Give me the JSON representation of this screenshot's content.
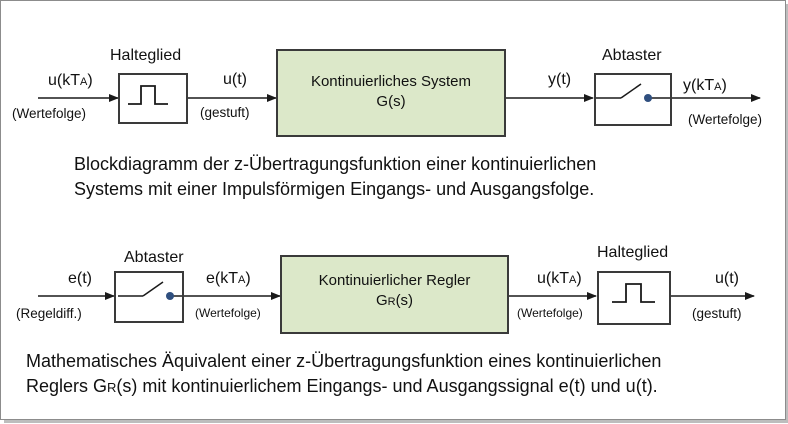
{
  "diagram1": {
    "input_label": "u(kT",
    "input_sub": "A",
    "input_label_close": ")",
    "input_note": "(Wertefolge)",
    "hold_title": "Halteglied",
    "mid_label": "u(t)",
    "mid_note": "(gestuft)",
    "system_line1": "Kontinuierliches System",
    "system_line2": "G(s)",
    "out_label": "y(t)",
    "sampler_title": "Abtaster",
    "output_label": "y(kT",
    "output_sub": "A",
    "output_label_close": ")",
    "output_note": "(Wertefolge)",
    "caption_line1": "Blockdiagramm der z-Übertragungsfunktion einer kontinuierlichen",
    "caption_line2": "Systems mit einer Impulsförmigen Eingangs- und Ausgangsfolge."
  },
  "diagram2": {
    "input_label": "e(t)",
    "input_note": "(Regeldiff.)",
    "sampler_title": "Abtaster",
    "mid_label": "e(kT",
    "mid_sub": "A",
    "mid_label_close": ")",
    "mid_note": "(Wertefolge)",
    "regler_line1": "Kontinuierlicher Regler",
    "regler_line2_main": "G",
    "regler_line2_sub": "R",
    "regler_line2_tail": "(s)",
    "out_label": "u(kT",
    "out_sub": "A",
    "out_label_close": ")",
    "out_note": "(Wertefolge)",
    "hold_title": "Halteglied",
    "output_label": "u(t)",
    "output_note": "(gestuft)",
    "caption_line1": "Mathematisches Äquivalent einer z-Übertragungsfunktion eines kontinuierlichen",
    "caption_line2_a": "Reglers G",
    "caption_line2_sub": "R",
    "caption_line2_b": "(s) mit kontinuierlichem Eingangs- und Ausgangssignal e(t) und u(t)."
  },
  "colors": {
    "system_fill": "#dce8c9",
    "border": "#3a3a3a",
    "line": "#1a1a1a",
    "sampler_dot": "#2f4f7f"
  }
}
